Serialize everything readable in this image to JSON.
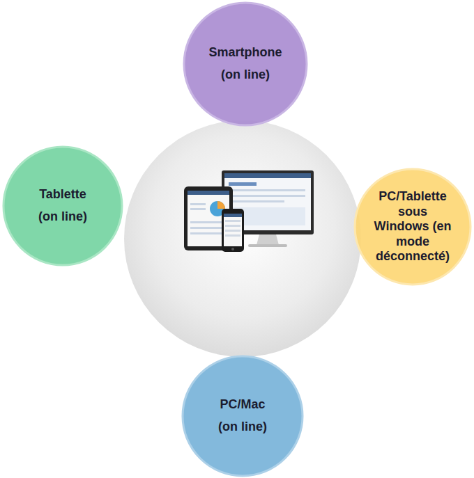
{
  "diagram": {
    "nodes": [
      {
        "text": [
          "Smartphone",
          "(on line)"
        ]
      },
      {
        "text": [
          "Tablette",
          "(on line)"
        ]
      },
      {
        "text": [
          "PC/Tablette sous Windows (en mode déconnecté)"
        ]
      },
      {
        "text": [
          "PC/Mac",
          "(on line)"
        ]
      }
    ]
  }
}
